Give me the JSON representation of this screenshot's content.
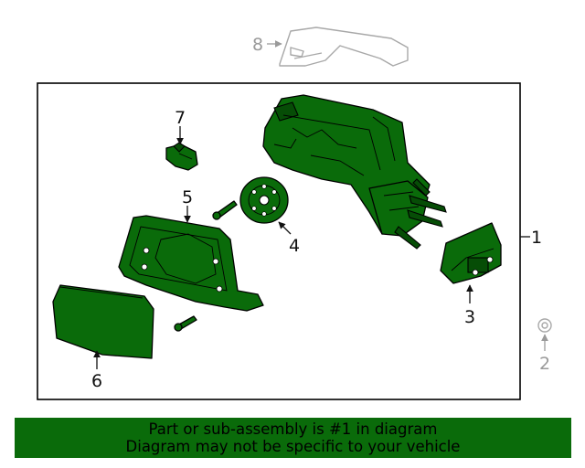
{
  "callouts": {
    "c1": "1",
    "c2": "2",
    "c3": "3",
    "c4": "4",
    "c5": "5",
    "c6": "6",
    "c7": "7",
    "c8": "8"
  },
  "banner": {
    "line1": "Part or sub-assembly is #1 in diagram",
    "line2": "Diagram may not be specific to your vehicle"
  },
  "colors": {
    "highlight": "#0a6b0a",
    "inactive_part": "#a8a8a8",
    "frame": "#000000"
  }
}
